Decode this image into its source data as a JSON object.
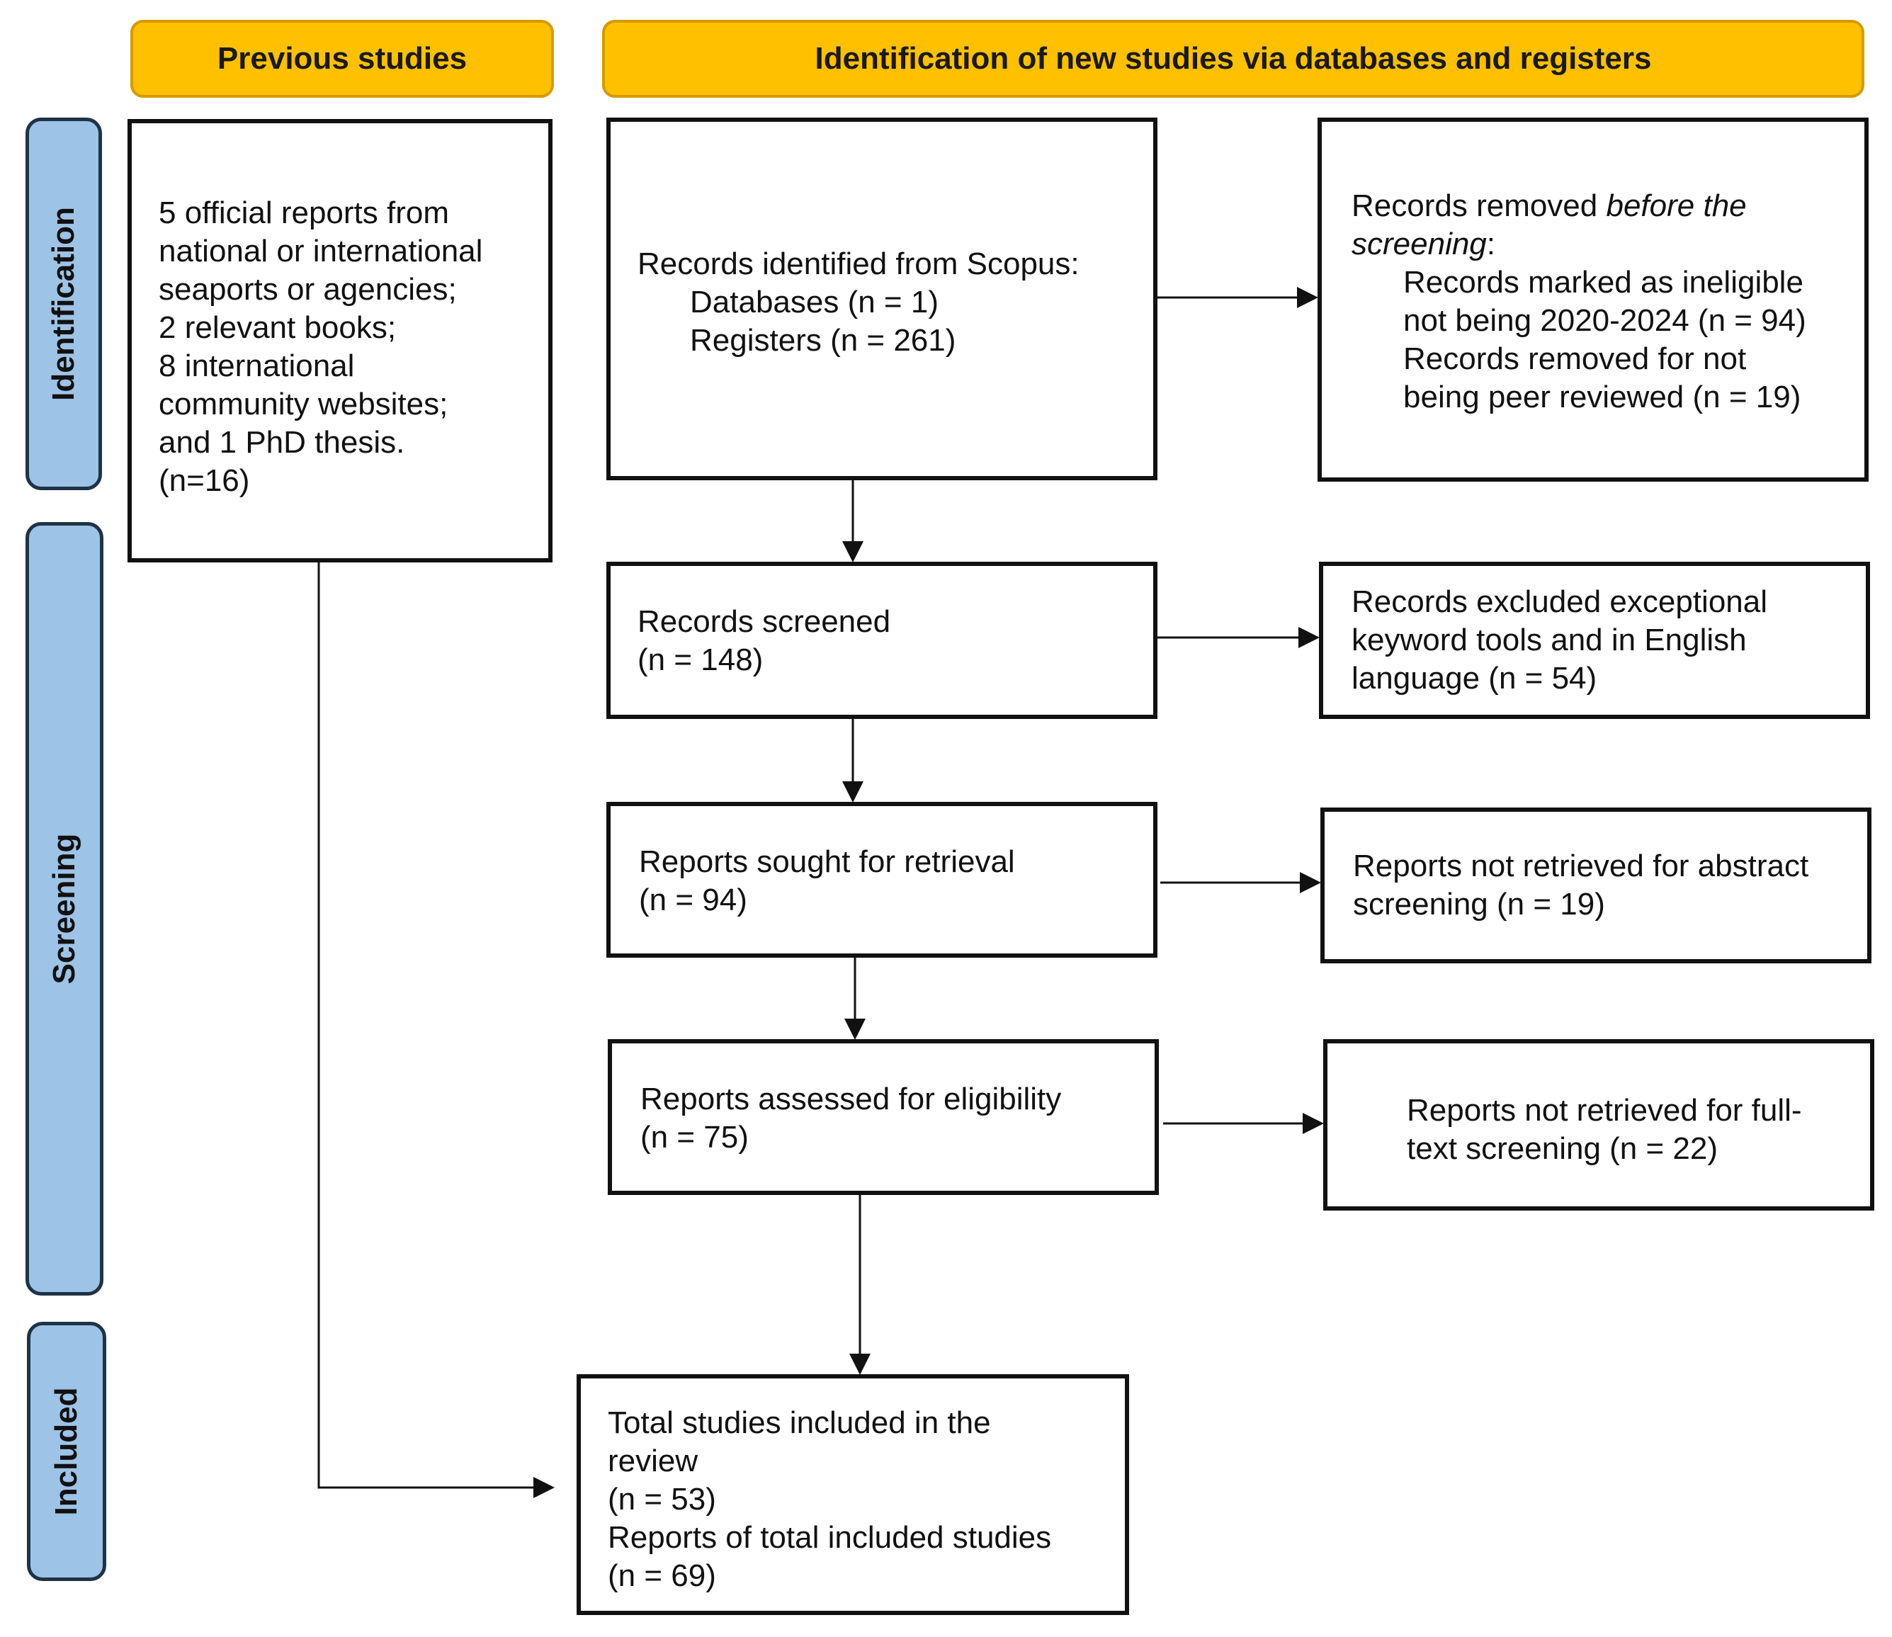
{
  "headers": {
    "previous": "Previous studies",
    "new": "Identification of new studies via databases and registers"
  },
  "phases": {
    "identification": "Identification",
    "screening": "Screening",
    "included": "Included"
  },
  "previous_box": {
    "lines": [
      "5 official reports from",
      "national or international",
      "seaports or agencies;",
      "2 relevant books;",
      "8 international",
      "community websites;",
      "and 1 PhD thesis.",
      "(n=16)"
    ]
  },
  "identified_box": {
    "heading": "Records identified from Scopus:",
    "databases": "Databases (n = 1)",
    "registers": "Registers (n = 261)"
  },
  "removed_box": {
    "intro": "Records removed ",
    "intro_italic_1": "before the",
    "intro_italic_2": "screening",
    "intro_colon": ":",
    "lines": [
      "Records marked as ineligible",
      "not being 2020-2024 (n = 94)",
      "Records removed for not",
      "being peer reviewed (n = 19)"
    ]
  },
  "screened_box": {
    "line1": "Records screened",
    "line2": "(n = 148)"
  },
  "excluded_box": {
    "lines": [
      "Records excluded exceptional",
      "keyword tools and in English",
      "language (n = 54)"
    ]
  },
  "sought_box": {
    "line1": "Reports sought for retrieval",
    "line2": "(n = 94)"
  },
  "not_retrieved_abstract_box": {
    "lines": [
      "Reports not retrieved for abstract",
      "screening (n = 19)"
    ]
  },
  "assessed_box": {
    "line1": "Reports assessed for eligibility",
    "line2": "(n = 75)"
  },
  "not_retrieved_fulltext_box": {
    "lines": [
      "Reports not retrieved for full-",
      "text screening (n = 22)"
    ]
  },
  "included_box": {
    "lines": [
      "Total studies included in the",
      "review",
      "(n = 53)",
      "Reports of total included studies",
      "(n = 69)"
    ]
  },
  "colors": {
    "header_fill": "#ffc000",
    "header_border": "#d69a00",
    "phase_fill": "#9dc3e6",
    "phase_border": "#1f3346",
    "box_border": "#111111"
  }
}
